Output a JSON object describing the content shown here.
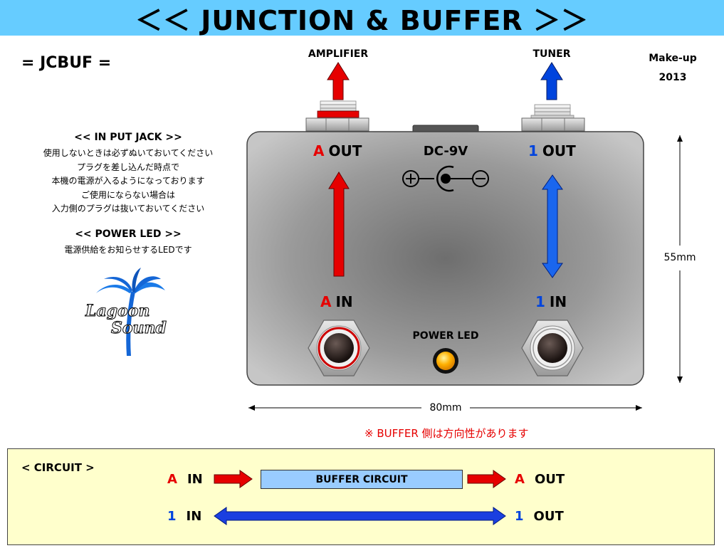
{
  "header": {
    "title": "＜＜ JUNCTION & BUFFER ＞＞"
  },
  "model_code": "= JCBUF =",
  "makeup": {
    "label": "Make-up",
    "year": "2013"
  },
  "top_labels": {
    "amplifier": "AMPLIFIER",
    "tuner": "TUNER"
  },
  "notes": {
    "input_jack_heading": "<< IN PUT JACK >>",
    "input_jack_lines": [
      "使用しないときは必ずぬいておいてください",
      "プラグを差し込んだ時点で",
      "本機の電源が入るようになっております",
      "ご使用にならない場合は",
      "入力側のプラグは抜いておいてください"
    ],
    "power_led_heading": "<< POWER LED >>",
    "power_led_line": "電源供給をお知らせするLEDです"
  },
  "logo": {
    "line1": "Lagoon",
    "line2": "Sound"
  },
  "pedal": {
    "a_out": {
      "letter": "A",
      "label": "OUT"
    },
    "one_out": {
      "letter": "1",
      "label": "OUT"
    },
    "a_in": {
      "letter": "A",
      "label": "IN"
    },
    "one_in": {
      "letter": "1",
      "label": "IN"
    },
    "dc_label": "DC-9V",
    "power_led_label": "POWER LED"
  },
  "dimensions": {
    "height": "55mm",
    "width": "80mm"
  },
  "buffer_note": "※ BUFFER 側は方向性があります",
  "circuit": {
    "heading": "< CIRCUIT >",
    "row_a": {
      "in_letter": "A",
      "in_label": "IN",
      "box_label": "BUFFER CIRCUIT",
      "out_letter": "A",
      "out_label": "OUT"
    },
    "row_1": {
      "in_letter": "1",
      "in_label": "IN",
      "out_letter": "1",
      "out_label": "OUT"
    }
  },
  "colors": {
    "title_bar": "#66ccff",
    "red": "#e60000",
    "blue": "#0044dd",
    "circuit_bg": "#ffffcc",
    "buffer_box": "#99ccff",
    "led": "#ffb000"
  }
}
